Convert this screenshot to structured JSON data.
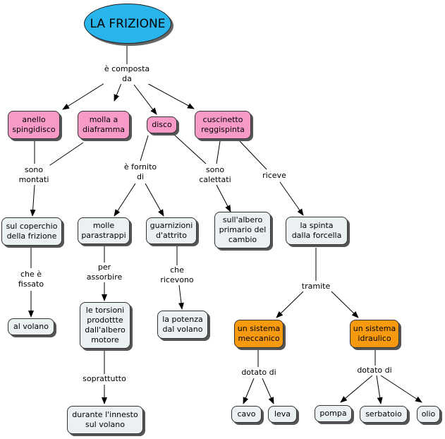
{
  "concepts": {
    "la_frizione": "LA FRIZIONE",
    "anello": "anello\nspingidisco",
    "molla": "molla a\ndiaframma",
    "disco": "disco",
    "cuscinetto": "cuscinetto\nreggispinta",
    "coperchio": "sul coperchio\ndella frizione",
    "volano": "al volano",
    "molle": "molle\nparastrappi",
    "guarnizioni": "guarnizioni\nd'attrito",
    "albero": "sull'albero\nprimario del\ncambio",
    "spinta": "la spinta\ndalla forcella",
    "torsioni": "le torsioni\nprodottte\ndall'albero\nmotore",
    "potenza": "la potenza\ndal volano",
    "meccanico": "un sistema\nmeccanico",
    "idraulico": "un sistema\nidraulico",
    "innesto": "durante l'innesto\nsul volano",
    "cavo": "cavo",
    "leva": "leva",
    "pompa": "pompa",
    "serbatoio": "serbatoio",
    "olio": "olio"
  },
  "links": {
    "composta": "è composta\nda",
    "montati": "sono\nmontati",
    "fissato": "che è\nfissato",
    "fornito": "è fornito\ndi",
    "calettati": "sono\ncalettati",
    "riceve": "riceve",
    "assorbire": "per\nassorbire",
    "ricevono": "che\nricevono",
    "tramite": "tramite",
    "soprattutto": "soprattutto",
    "dotato_1": "dotato di",
    "dotato_2": "dotato di"
  },
  "colors": {
    "title_fill": "#29b5ec",
    "concept_pink": "#f79ac8",
    "concept_gray": "#ebf1f2",
    "concept_orange": "#f79a0f"
  }
}
